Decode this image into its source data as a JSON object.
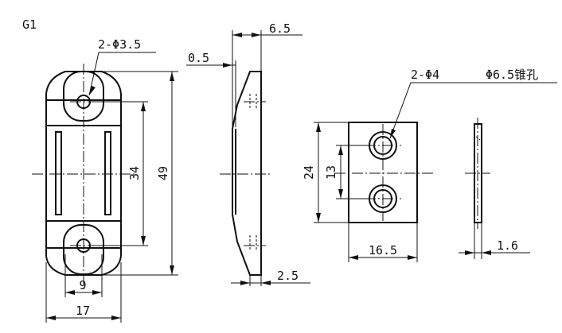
{
  "title": "G1",
  "views": {
    "front": {
      "hole_callout": "2-Φ3.5",
      "dim_height": "49",
      "dim_hole_spacing": "34",
      "dim_slot_width": "9",
      "dim_width": "17"
    },
    "side": {
      "dim_thickness": "6.5",
      "dim_offset": "0.5",
      "dim_bottom": "2.5"
    },
    "plate": {
      "hole_callout": "2-Φ4",
      "countersink_callout": "Φ6.5锥孔",
      "dim_height": "24",
      "dim_hole_spacing": "13",
      "dim_width": "16.5"
    },
    "plate_side": {
      "dim_thickness": "1.6"
    }
  }
}
